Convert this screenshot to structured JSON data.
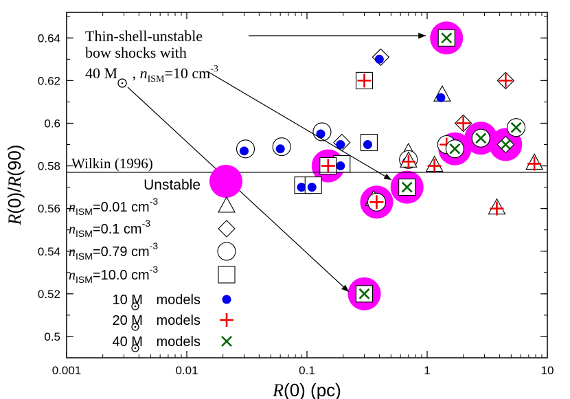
{
  "chart_data": {
    "type": "scatter",
    "title": "",
    "xlabel_main": "R",
    "xlabel_paren": "(0)",
    "xlabel_unit": " (pc)",
    "ylabel_main": "R",
    "ylabel_mid": "(0)/",
    "ylabel_main2": "R",
    "ylabel_paren": "(90)",
    "x_scale": "log",
    "xlim": [
      0.001,
      10
    ],
    "ylim": [
      0.49,
      0.652
    ],
    "x_ticks": [
      {
        "value": 0.001,
        "label": "0.001"
      },
      {
        "value": 0.01,
        "label": "0.01"
      },
      {
        "value": 0.1,
        "label": "0.1"
      },
      {
        "value": 1,
        "label": "1"
      },
      {
        "value": 10,
        "label": "10"
      }
    ],
    "y_ticks": [
      {
        "value": 0.5,
        "label": "0.5"
      },
      {
        "value": 0.52,
        "label": "0.52"
      },
      {
        "value": 0.54,
        "label": "0.54"
      },
      {
        "value": 0.56,
        "label": "0.56"
      },
      {
        "value": 0.58,
        "label": "0.58"
      },
      {
        "value": 0.6,
        "label": "0.6"
      },
      {
        "value": 0.62,
        "label": "0.62"
      },
      {
        "value": 0.64,
        "label": "0.64"
      }
    ],
    "grid": false,
    "reference_line": {
      "y": 0.577,
      "label": "Wilkin (1996)"
    },
    "annotation": {
      "line1": "Thin-shell-unstable",
      "line2": "bow shocks with",
      "line3_a": "40 M",
      "line3_b": " , ",
      "line3_n": "n",
      "line3_sub": "ISM",
      "line3_c": "=10 cm",
      "line3_sup": "-3"
    },
    "legend": {
      "placement": "left",
      "unstable": "Unstable",
      "shape_entries": [
        {
          "shape": "triangle",
          "n": "n",
          "sub": "ISM",
          "text": "=0.01 cm",
          "sup": "-3"
        },
        {
          "shape": "diamond",
          "n": "n",
          "sub": "ISM",
          "text": "=0.1   cm",
          "sup": "-3"
        },
        {
          "shape": "circle",
          "n": "n",
          "sub": "ISM",
          "text": "=0.79 cm",
          "sup": "-3"
        },
        {
          "shape": "square",
          "n": "n",
          "sub": "ISM",
          "text": "=10.0 cm",
          "sup": "-3"
        }
      ],
      "mass_entries": [
        {
          "marker": "dot",
          "text_a": "10 M",
          "text_b": " models"
        },
        {
          "marker": "plus",
          "text_a": "20 M",
          "text_b": " models"
        },
        {
          "marker": "cross",
          "text_a": "40 M",
          "text_b": " models"
        }
      ]
    },
    "colors": {
      "m10": "#0000ee",
      "m20": "#ee0000",
      "m40": "#006400",
      "unstable": "#ff00ff"
    },
    "series": [
      {
        "name": "10 M models",
        "marker": "dot",
        "points": [
          {
            "x": 0.03,
            "y": 0.587,
            "n": "0.79"
          },
          {
            "x": 0.06,
            "y": 0.588,
            "n": "0.79"
          },
          {
            "x": 0.09,
            "y": 0.57,
            "n": "10.0"
          },
          {
            "x": 0.11,
            "y": 0.57,
            "n": "10.0"
          },
          {
            "x": 0.13,
            "y": 0.595,
            "n": "0.79"
          },
          {
            "x": 0.19,
            "y": 0.59,
            "n": "0.1"
          },
          {
            "x": 0.19,
            "y": 0.58,
            "n": "10.0"
          },
          {
            "x": 0.32,
            "y": 0.59,
            "n": "10.0"
          },
          {
            "x": 0.35,
            "y": 0.563,
            "n": "0.01"
          },
          {
            "x": 0.4,
            "y": 0.63,
            "n": "0.1"
          },
          {
            "x": 0.68,
            "y": 0.585,
            "n": "0.01"
          },
          {
            "x": 0.68,
            "y": 0.582,
            "n": "0.79"
          },
          {
            "x": 1.3,
            "y": 0.612,
            "n": "0.01"
          }
        ]
      },
      {
        "name": "20 M models",
        "marker": "plus",
        "points": [
          {
            "x": 0.15,
            "y": 0.58,
            "n": "10.0",
            "unstable": true
          },
          {
            "x": 0.3,
            "y": 0.62,
            "n": "10.0"
          },
          {
            "x": 0.38,
            "y": 0.563,
            "n": "0.79",
            "unstable": true
          },
          {
            "x": 0.7,
            "y": 0.582,
            "n": "0.01"
          },
          {
            "x": 1.15,
            "y": 0.58,
            "n": "0.01"
          },
          {
            "x": 1.45,
            "y": 0.59,
            "n": "0.79"
          },
          {
            "x": 2.0,
            "y": 0.6,
            "n": "0.1"
          },
          {
            "x": 3.8,
            "y": 0.56,
            "n": "0.01"
          },
          {
            "x": 4.5,
            "y": 0.62,
            "n": "0.1"
          },
          {
            "x": 7.8,
            "y": 0.581,
            "n": "0.01"
          }
        ]
      },
      {
        "name": "40 M models",
        "marker": "cross",
        "points": [
          {
            "x": 1.45,
            "y": 0.64,
            "n": "10.0",
            "unstable": true
          },
          {
            "x": 0.68,
            "y": 0.57,
            "n": "10.0",
            "unstable": true
          },
          {
            "x": 0.3,
            "y": 0.52,
            "n": "10.0",
            "unstable": true
          },
          {
            "x": 1.7,
            "y": 0.588,
            "n": "0.79",
            "unstable": true
          },
          {
            "x": 2.8,
            "y": 0.593,
            "n": "0.79",
            "unstable": true
          },
          {
            "x": 4.5,
            "y": 0.59,
            "n": "0.1",
            "unstable": true
          },
          {
            "x": 5.5,
            "y": 0.598,
            "n": "0.79"
          }
        ]
      }
    ]
  }
}
